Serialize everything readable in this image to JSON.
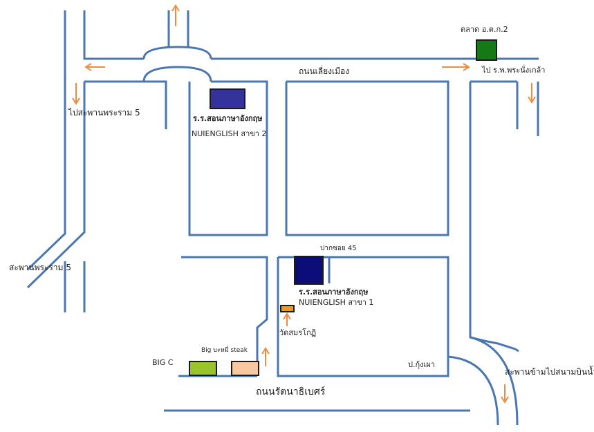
{
  "colors": {
    "road": "#4a77b0",
    "arrow": "#f08a3c",
    "market_building": "#157a15",
    "branch2_building": "#33339b",
    "branch1_building": "#0d0d7a",
    "temple_building": "#f39a12",
    "bigc_building": "#99c52a",
    "restaurant_building": "#f8c9a0",
    "text": "#1f1f1f"
  },
  "labels": {
    "market": "ตลาด อ.ต.ก.2",
    "to_hospital": "ไป ร.พ.พระนั่งเกล้า",
    "lieng_mueang_road": "ถนนเลี่ยงเมือง",
    "to_rama5_bridge": "ไปสะพานพระราม 5",
    "branch2_name": "ร.ร.สอนภาษาอังกฤษ",
    "branch2_sub": "NUIENGLISH สาขา 2",
    "rama5_bridge": "สะพานพระราม 5",
    "soi45": "ปากซอย 45",
    "branch1_name": "ร.ร.สอนภาษาอังกฤษ",
    "branch1_sub": "NUIENGLISH สาขา 1",
    "temple": "วัดสมรโกฏิ",
    "restaurant": "Big บะหมี่ steak",
    "bigc": "BIG C",
    "kung_pao": "ป.กุ้งเผา",
    "airport_bridge": "สะพานข้ามไปสนามบินน้ำ",
    "rattanathibet_road": "ถนนรัตนาธิเบศร์"
  },
  "icons": {
    "arrows": [
      "arrow-up-icon",
      "arrow-left-icon",
      "arrow-right-icon",
      "arrow-down-icon"
    ]
  }
}
